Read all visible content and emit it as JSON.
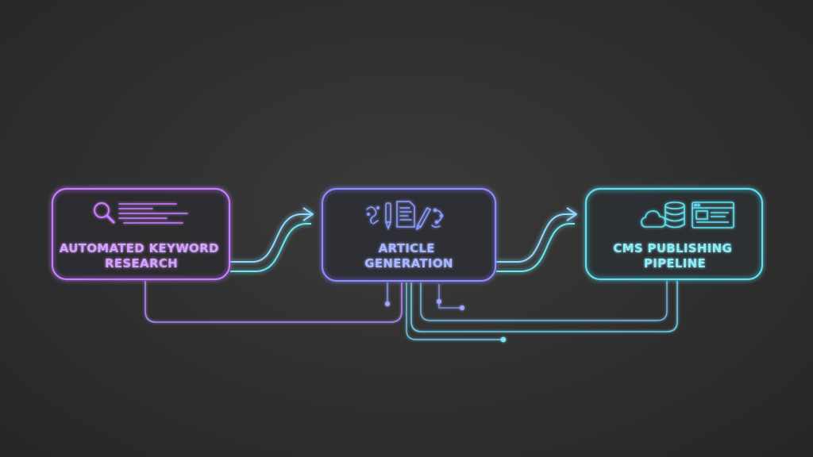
{
  "stages": [
    {
      "id": "keyword-research",
      "label_lines": [
        "AUTOMATED KEYWORD",
        "RESEARCH"
      ],
      "icons": [
        "magnifier-icon",
        "text-lines-icon"
      ],
      "color": "#c77dff"
    },
    {
      "id": "article-generation",
      "label_lines": [
        "ARTICLE",
        "GENERATION"
      ],
      "icons": [
        "brain-icon",
        "pen-icon",
        "document-icon",
        "pencil-icon",
        "network-icon"
      ],
      "color": "#8a8cff"
    },
    {
      "id": "cms-publishing",
      "label_lines": [
        "CMS PUBLISHING",
        "PIPELINE"
      ],
      "icons": [
        "cloud-icon",
        "database-icon",
        "browser-window-icon"
      ],
      "color": "#5ee0f0"
    }
  ],
  "colors": {
    "background": "#2f2f2f",
    "purple": "#c77dff",
    "indigo": "#8a8cff",
    "cyan": "#5ee0f0"
  }
}
